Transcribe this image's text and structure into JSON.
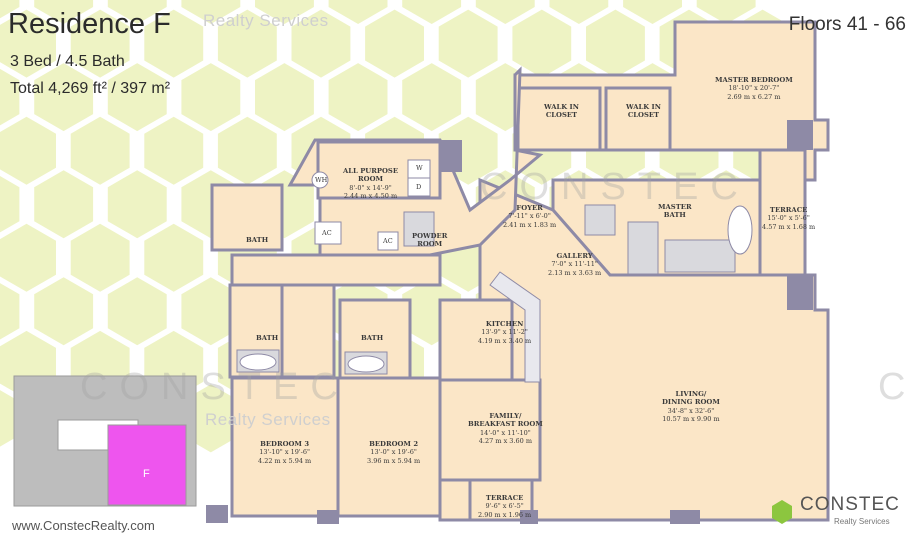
{
  "header": {
    "title": "Residence F",
    "beds_baths": "3 Bed / 4.5 Bath",
    "total": "Total 4,269 ft² / 397 m²",
    "floors": "Floors 41 - 66"
  },
  "watermark": {
    "realty": "Realty Services",
    "brand": "CONSTEC"
  },
  "rooms": {
    "master_bedroom": {
      "name": "MASTER BEDROOM",
      "dim1": "18'-10\" x 20'-7\"",
      "dim2": "2.69 m x 6.27 m"
    },
    "walk_in_closet_1": {
      "name": "WALK IN",
      "name2": "CLOSET"
    },
    "walk_in_closet_2": {
      "name": "WALK IN",
      "name2": "CLOSET"
    },
    "all_purpose": {
      "name": "ALL PURPOSE",
      "name2": "ROOM",
      "dim1": "8'-0\" x 14'-9\"",
      "dim2": "2.44 m x 4.50 m"
    },
    "foyer": {
      "name": "FOYER",
      "dim1": "7'-11\" x 6'-0\"",
      "dim2": "2.41 m x 1.83 m"
    },
    "master_bath": {
      "name": "MASTER",
      "name2": "BATH"
    },
    "terrace_master": {
      "name": "TERRACE",
      "dim1": "15'-0\" x 5'-6\"",
      "dim2": "4.57 m x 1.68 m"
    },
    "gallery": {
      "name": "GALLERY",
      "dim1": "7'-0\" x 11'-11\"",
      "dim2": "2.13 m x 3.63 m"
    },
    "powder": {
      "name": "POWDER",
      "name2": "ROOM"
    },
    "kitchen": {
      "name": "KITCHEN",
      "dim1": "13'-9\" x 11'-2\"",
      "dim2": "4.19 m x 3.40 m"
    },
    "living": {
      "name": "LIVING/",
      "name2": "DINING ROOM",
      "dim1": "34'-8\" x 32'-6\"",
      "dim2": "10.57 m x 9.90 m"
    },
    "family": {
      "name": "FAMILY/",
      "name2": "BREAKFAST ROOM",
      "dim1": "14'-0\" x 11'-10\"",
      "dim2": "4.27 m x 3.60 m"
    },
    "bedroom3": {
      "name": "BEDROOM 3",
      "dim1": "13'-10\" x 19'-6\"",
      "dim2": "4.22 m x 5.94 m"
    },
    "bedroom2": {
      "name": "BEDROOM 2",
      "dim1": "13'-0\" x 19'-6\"",
      "dim2": "3.96 m x 5.94 m"
    },
    "terrace_family": {
      "name": "TERRACE",
      "dim1": "9'-6\" x 6'-5\"",
      "dim2": "2.90 m x 1.96 m"
    },
    "bath_top": {
      "name": "BATH"
    },
    "bath_left": {
      "name": "BATH"
    },
    "bath_mid": {
      "name": "BATH"
    }
  },
  "fixtures": {
    "wh": "WH",
    "w": "W",
    "d": "D",
    "ac": "AC"
  },
  "keyplan": {
    "unit_label": "F",
    "highlight": "#ee55ee"
  },
  "footer": {
    "website": "www.ConstecRealty.com",
    "logo_name": "CONSTEC",
    "logo_services": "Realty Services"
  },
  "colors": {
    "hex_green": "#eef3c4",
    "floor_fill": "#fbe6c7",
    "wall": "#8e8aa6",
    "bath_fill": "#d9d9dd"
  }
}
